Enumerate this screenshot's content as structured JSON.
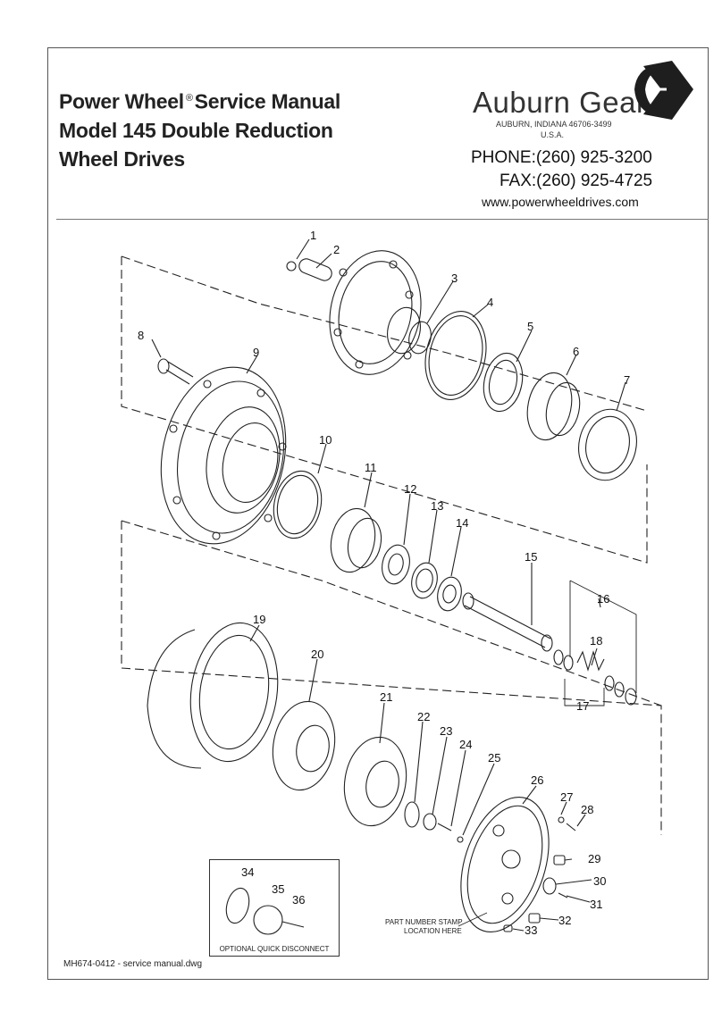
{
  "header": {
    "title_lines": [
      "Power Wheel",
      "Service Manual",
      "Model 145 Double Reduction",
      "Wheel Drives"
    ],
    "registered_mark": "®",
    "brand": "Auburn Gear",
    "address": "AUBURN, INDIANA 46706-3499",
    "country": "U.S.A.",
    "phone": "PHONE:(260) 925-3200",
    "fax": "FAX:(260) 925-4725",
    "website": "www.powerwheeldrives.com"
  },
  "diagram": {
    "part_numbers": [
      "1",
      "2",
      "3",
      "4",
      "5",
      "6",
      "7",
      "8",
      "9",
      "10",
      "11",
      "12",
      "13",
      "14",
      "15",
      "16",
      "17",
      "18",
      "19",
      "20",
      "21",
      "22",
      "23",
      "24",
      "25",
      "26",
      "27",
      "28",
      "29",
      "30",
      "31",
      "32",
      "33",
      "34",
      "35",
      "36"
    ],
    "stamp_note_line1": "PART NUMBER STAMP",
    "stamp_note_line2": "LOCATION HERE",
    "inset_label": "OPTIONAL QUICK DISCONNECT"
  },
  "footer": {
    "drawing_ref": "MH674-0412 - service manual.dwg"
  }
}
